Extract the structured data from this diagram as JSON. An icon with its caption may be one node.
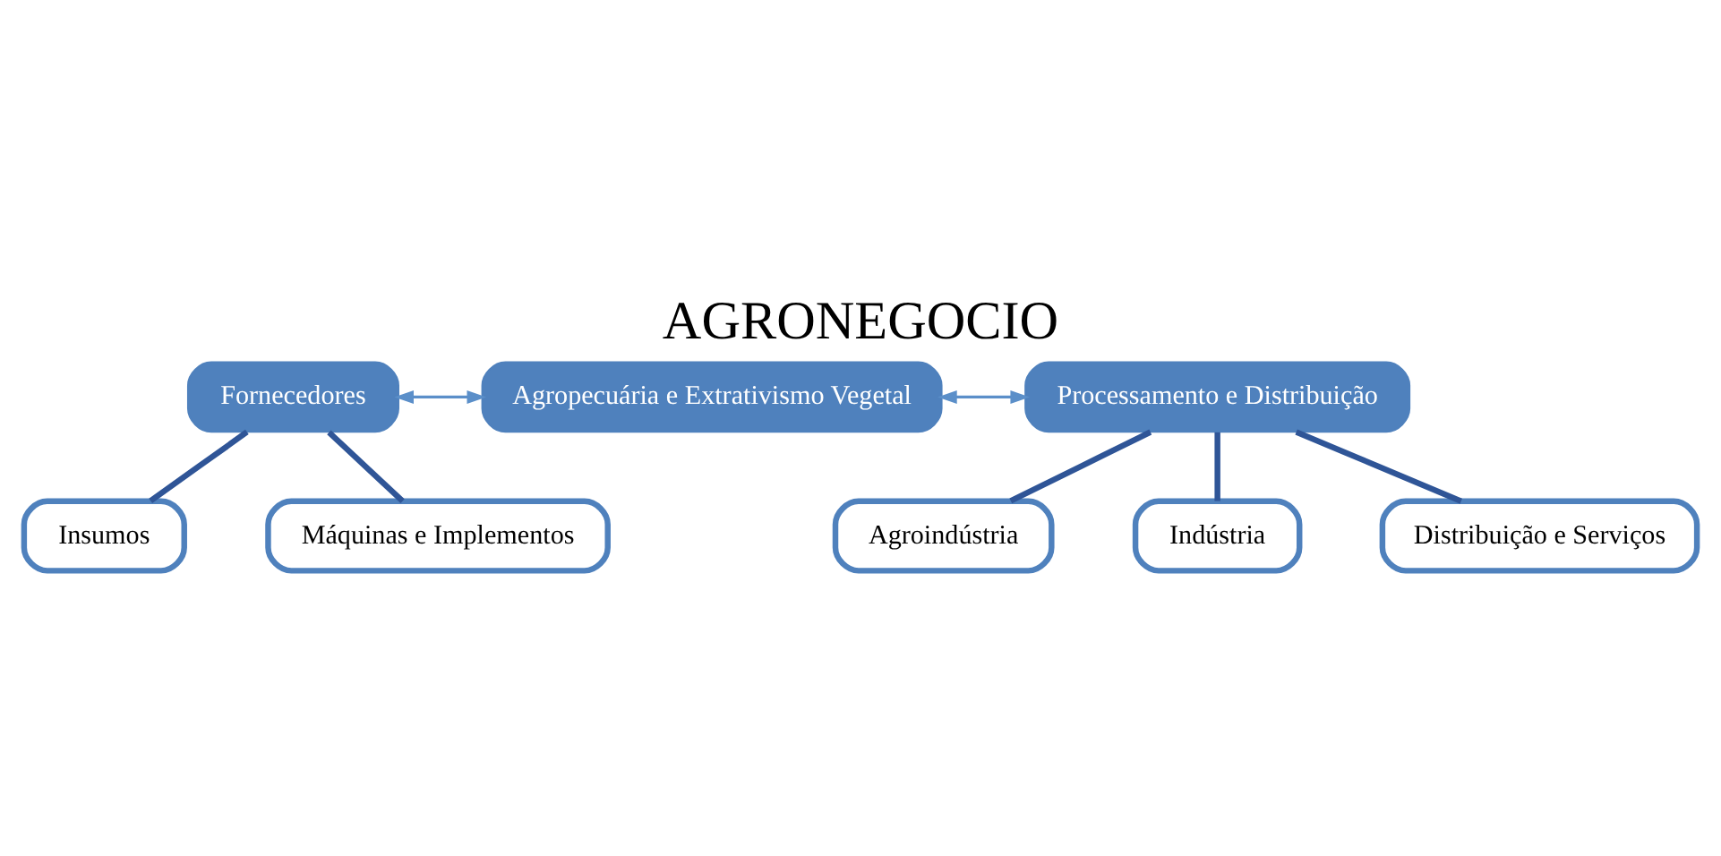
{
  "diagram": {
    "title": "AGRONEGOCIO",
    "nodes": [
      {
        "text": [
          "Fornecedores"
        ]
      },
      {
        "text": [
          "Insumos"
        ]
      },
      {
        "text": [
          "Máquinas e Implementos"
        ]
      },
      {
        "text": [
          "Agropecuária e Extrativismo Vegetal"
        ]
      },
      {
        "text": [
          "Processamento e Distribuição"
        ]
      },
      {
        "text": [
          "Agroindústria"
        ]
      },
      {
        "text": [
          "Indústria"
        ]
      },
      {
        "text": [
          "Distribuição e Serviços"
        ]
      }
    ],
    "edges": [
      {
        "from": 0,
        "to": 3,
        "arrow": "both",
        "color": "#5b8fc9"
      },
      {
        "from": 3,
        "to": 4,
        "arrow": "both",
        "color": "#5b8fc9"
      },
      {
        "from": 0,
        "to": 1,
        "arrow": "none"
      },
      {
        "from": 0,
        "to": 2,
        "arrow": "none"
      },
      {
        "from": 4,
        "to": 5,
        "arrow": "none"
      },
      {
        "from": 4,
        "to": 6,
        "arrow": "none"
      },
      {
        "from": 4,
        "to": 7,
        "arrow": "none"
      }
    ]
  }
}
